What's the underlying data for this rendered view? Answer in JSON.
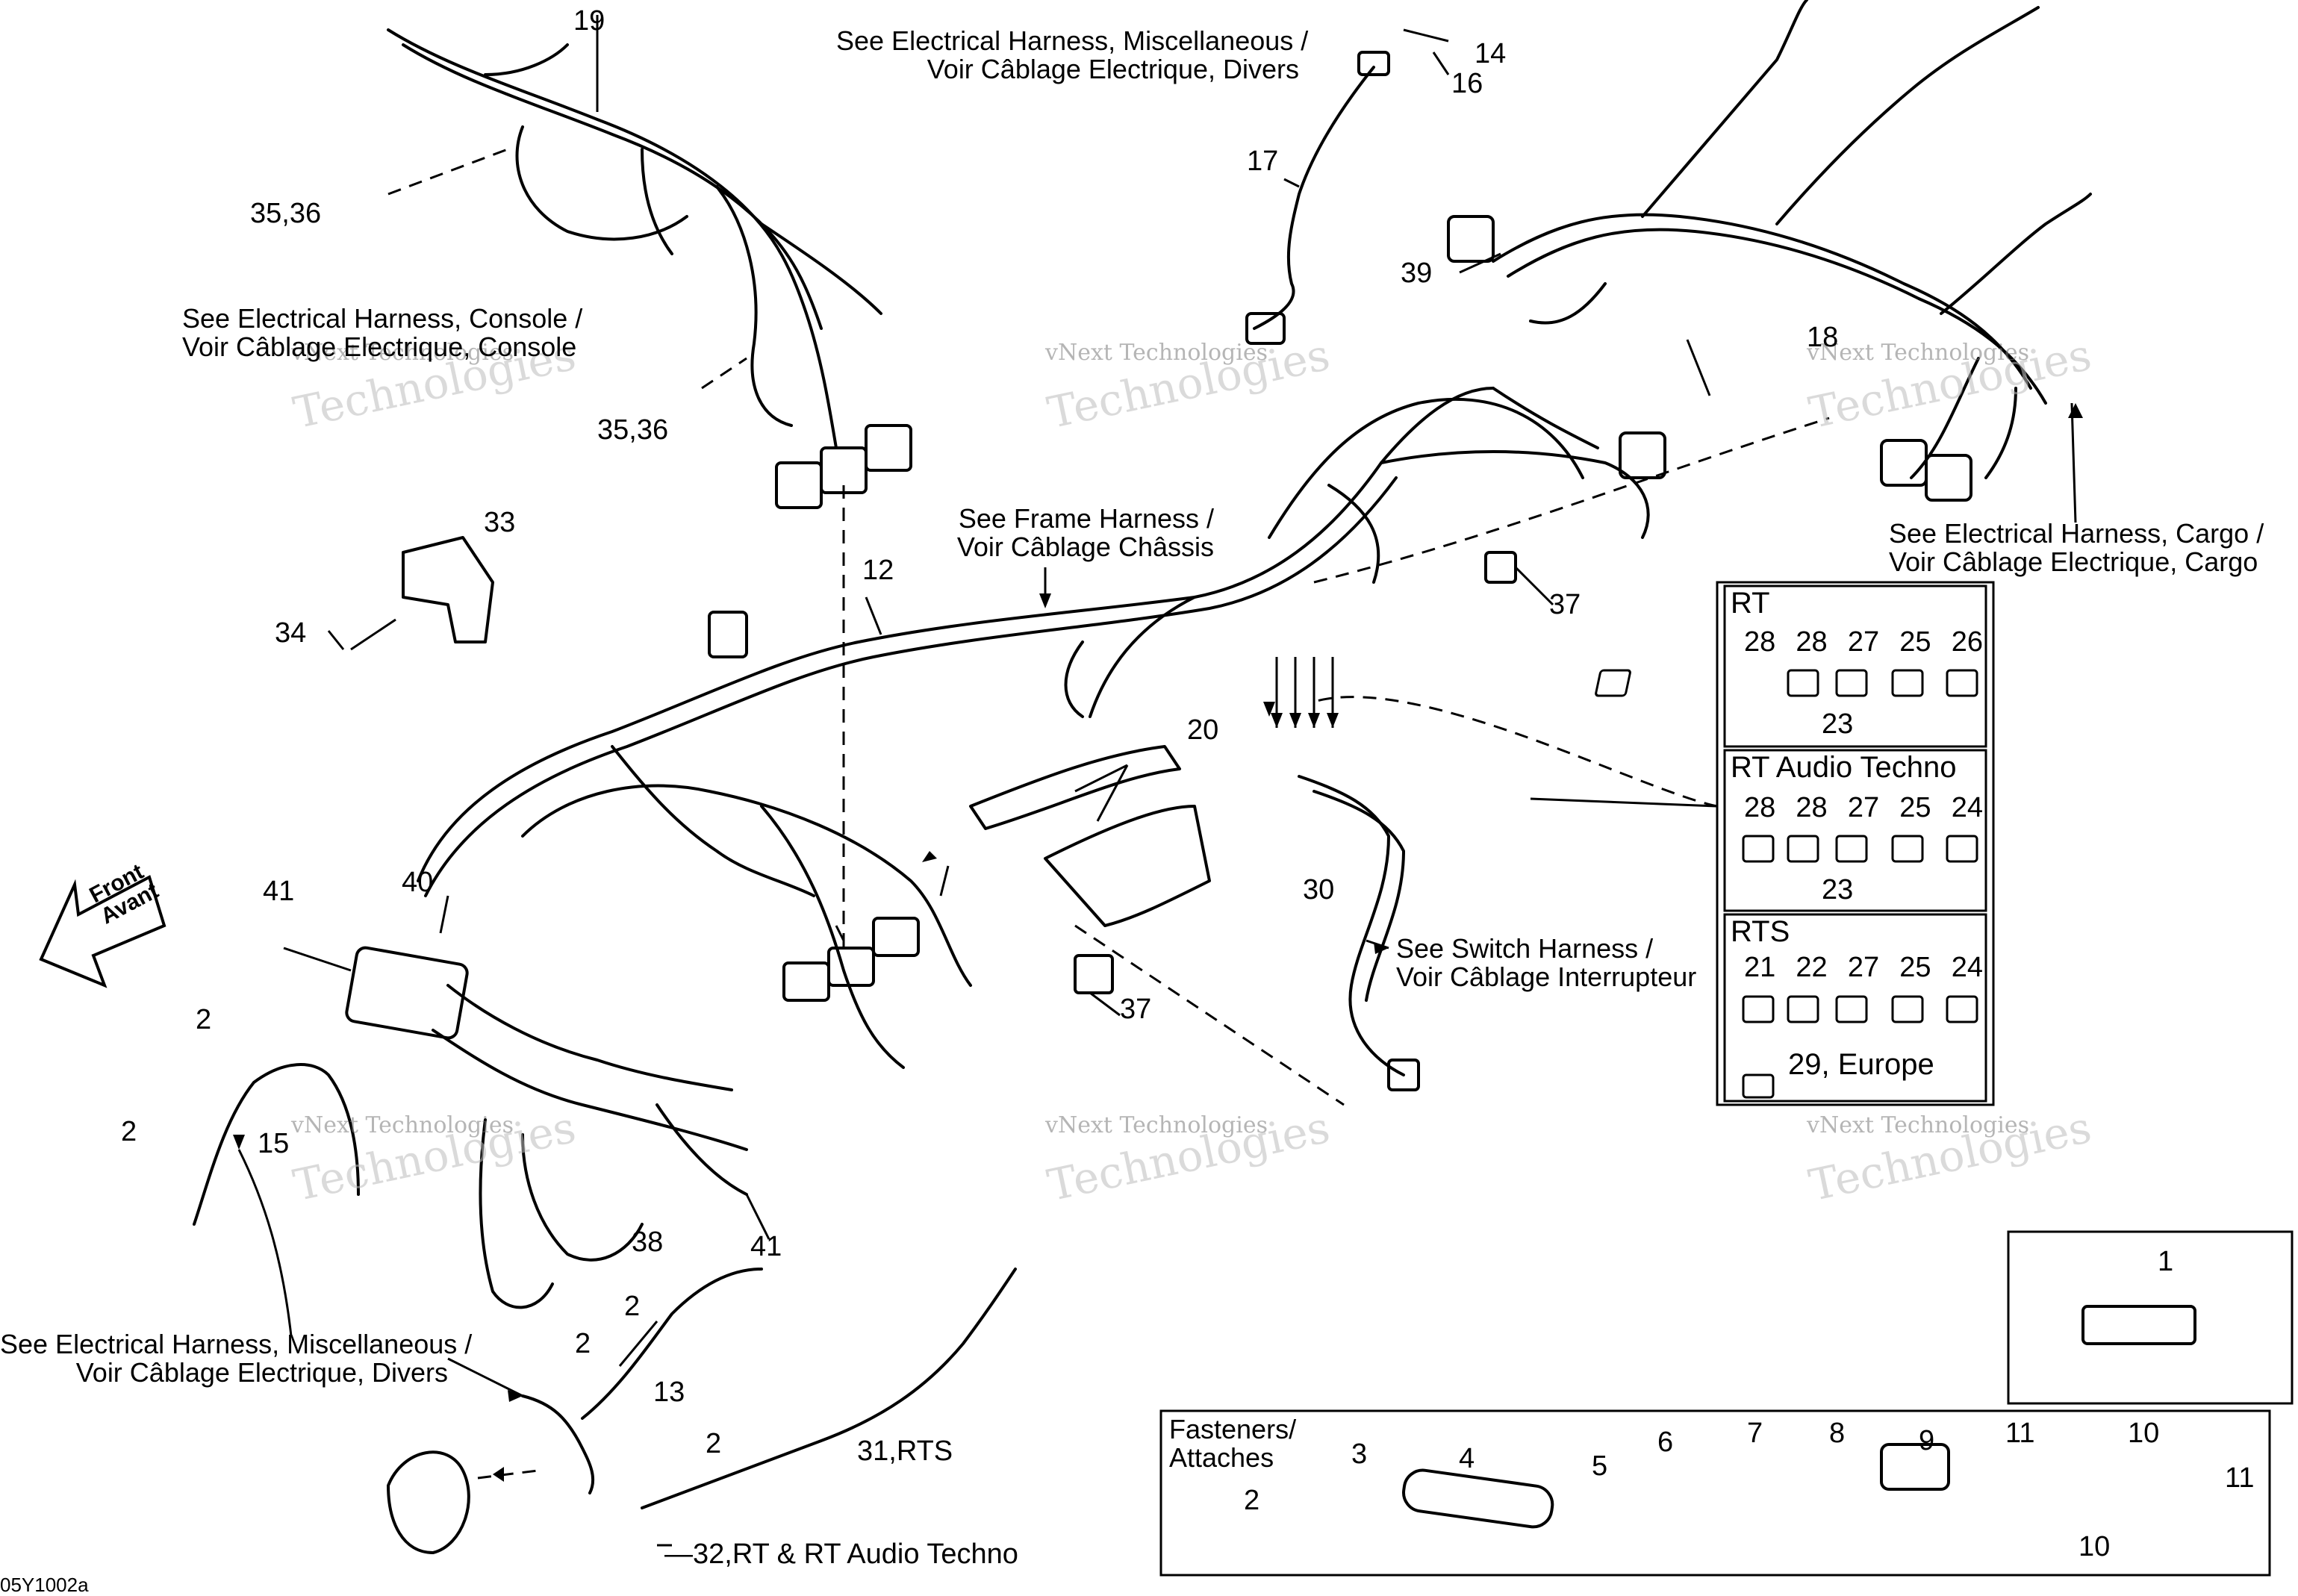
{
  "callouts": {
    "n19": "19",
    "n14": "14",
    "n16": "16",
    "n17": "17",
    "n3536a": "35,36",
    "n3536b": "35,36",
    "n39": "39",
    "n18": "18",
    "n33": "33",
    "n34": "34",
    "n12": "12",
    "n37a": "37",
    "n37b": "37",
    "n20": "20",
    "n41a": "41",
    "n40": "40",
    "n30": "30",
    "n2a": "2",
    "n2b": "2",
    "n15": "15",
    "n38": "38",
    "n41b": "41",
    "n2c": "2",
    "n2d": "2",
    "n13": "13",
    "n2e": "2",
    "n31": "31,RTS",
    "n32": "—32,RT & RT Audio Techno",
    "n1": "1"
  },
  "notes": {
    "misc_top_1": "See Electrical Harness, Miscellaneous /",
    "misc_top_2": "Voir Câblage Electrique, Divers",
    "console_1": "See Electrical Harness, Console /",
    "console_2": "Voir Câblage Electrique, Console",
    "frame_1": "See Frame Harness /",
    "frame_2": "Voir Câblage Châssis",
    "cargo_1": "See Electrical Harness, Cargo /",
    "cargo_2": "Voir Câblage Electrique, Cargo",
    "switch_1": "See Switch Harness /",
    "switch_2": "Voir Câblage Interrupteur",
    "misc_bot_1": "See Electrical Harness, Miscellaneous /",
    "misc_bot_2": "Voir Câblage Electrique, Divers"
  },
  "front_arrow": {
    "line1": "Front",
    "line2": "Avant"
  },
  "watermark": {
    "line1": "vNext Technologies",
    "line2": "Technologies"
  },
  "panels": {
    "rt": {
      "title": "RT",
      "nums": [
        "28",
        "28",
        "27",
        "25",
        "26"
      ],
      "sub": "23"
    },
    "rt_audio": {
      "title": "RT Audio Techno",
      "nums": [
        "28",
        "28",
        "27",
        "25",
        "24"
      ],
      "sub": "23"
    },
    "rts": {
      "title": "RTS",
      "nums": [
        "21",
        "22",
        "27",
        "25",
        "24"
      ],
      "sub": "29, Europe"
    }
  },
  "fasteners": {
    "title_1": "Fasteners/",
    "title_2": "Attaches",
    "items": [
      "2",
      "3",
      "4",
      "5",
      "6",
      "7",
      "8",
      "9",
      "11",
      "10",
      "10",
      "11"
    ]
  },
  "part_code": "05Y1002a"
}
